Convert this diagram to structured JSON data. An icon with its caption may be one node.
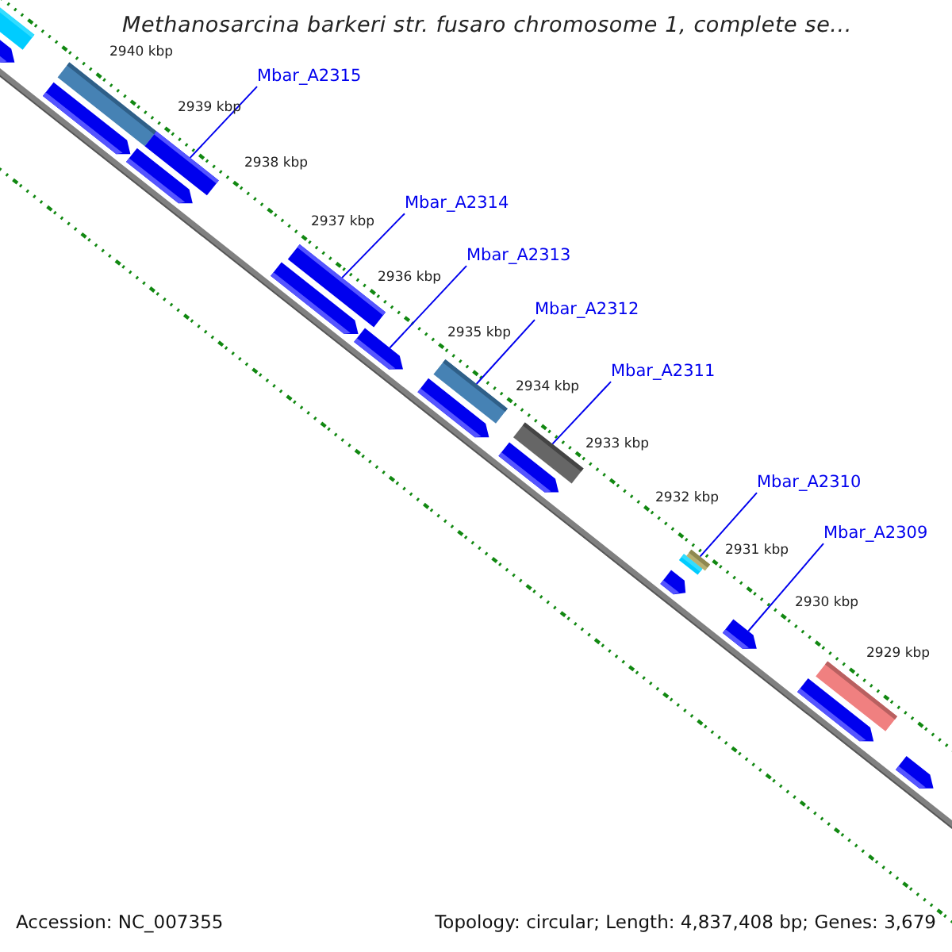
{
  "diagram": {
    "title": "Methanosarcina barkeri str. fusaro chromosome 1, complete se...",
    "nodes": [
      {
        "text": [
          "Mbar_A2315"
        ]
      },
      {
        "text": [
          "Mbar_A2314"
        ]
      },
      {
        "text": [
          "Mbar_A2313"
        ]
      },
      {
        "text": [
          "Mbar_A2312"
        ]
      },
      {
        "text": [
          "Mbar_A2311"
        ]
      },
      {
        "text": [
          "Mbar_A2310"
        ]
      },
      {
        "text": [
          "Mbar_A2309"
        ]
      },
      {
        "text": [],
        "shape": "bar"
      },
      {
        "text": [],
        "shape": "bar"
      },
      {
        "text": [],
        "shape": "bar"
      },
      {
        "text": [],
        "shape": "bar"
      },
      {
        "text": [],
        "shape": "bar"
      },
      {
        "text": [],
        "shape": "bar"
      },
      {
        "text": [],
        "shape": "bar"
      },
      {
        "text": [],
        "shape": "bar"
      },
      {
        "text": [],
        "shape": "bar"
      },
      {
        "text": [],
        "shape": "bar"
      },
      {
        "text": [],
        "shape": "bar"
      },
      {
        "text": [],
        "shape": "bar"
      },
      {
        "text": [],
        "shape": "bar"
      },
      {
        "text": [],
        "shape": "bar"
      },
      {
        "text": [],
        "shape": "bar"
      },
      {
        "text": [],
        "shape": "bar"
      },
      {
        "text": [],
        "shape": "bar"
      },
      {
        "text": [],
        "shape": "bar"
      },
      {
        "text": [],
        "shape": "bar"
      },
      {
        "text": [],
        "shape": "bar"
      }
    ],
    "edges": [
      {
        "from": 0,
        "to": 12,
        "arrow": "none"
      },
      {
        "from": 1,
        "to": 14,
        "arrow": "none"
      },
      {
        "from": 2,
        "to": 15,
        "arrow": "none"
      },
      {
        "from": 3,
        "to": 17,
        "arrow": "none"
      },
      {
        "from": 4,
        "to": 19,
        "arrow": "none"
      },
      {
        "from": 5,
        "to": 22,
        "arrow": "none"
      },
      {
        "from": 6,
        "to": 23,
        "arrow": "none"
      }
    ],
    "labels": [
      "2940 kbp",
      "2939 kbp",
      "2938 kbp",
      "2937 kbp",
      "2936 kbp",
      "2935 kbp",
      "2934 kbp",
      "2933 kbp",
      "2932 kbp",
      "2931 kbp",
      "2930 kbp",
      "2929 kbp",
      "Accession: NC_007355",
      "Topology: circular; Length: 4,837,408 bp; Genes: 3,679"
    ]
  }
}
